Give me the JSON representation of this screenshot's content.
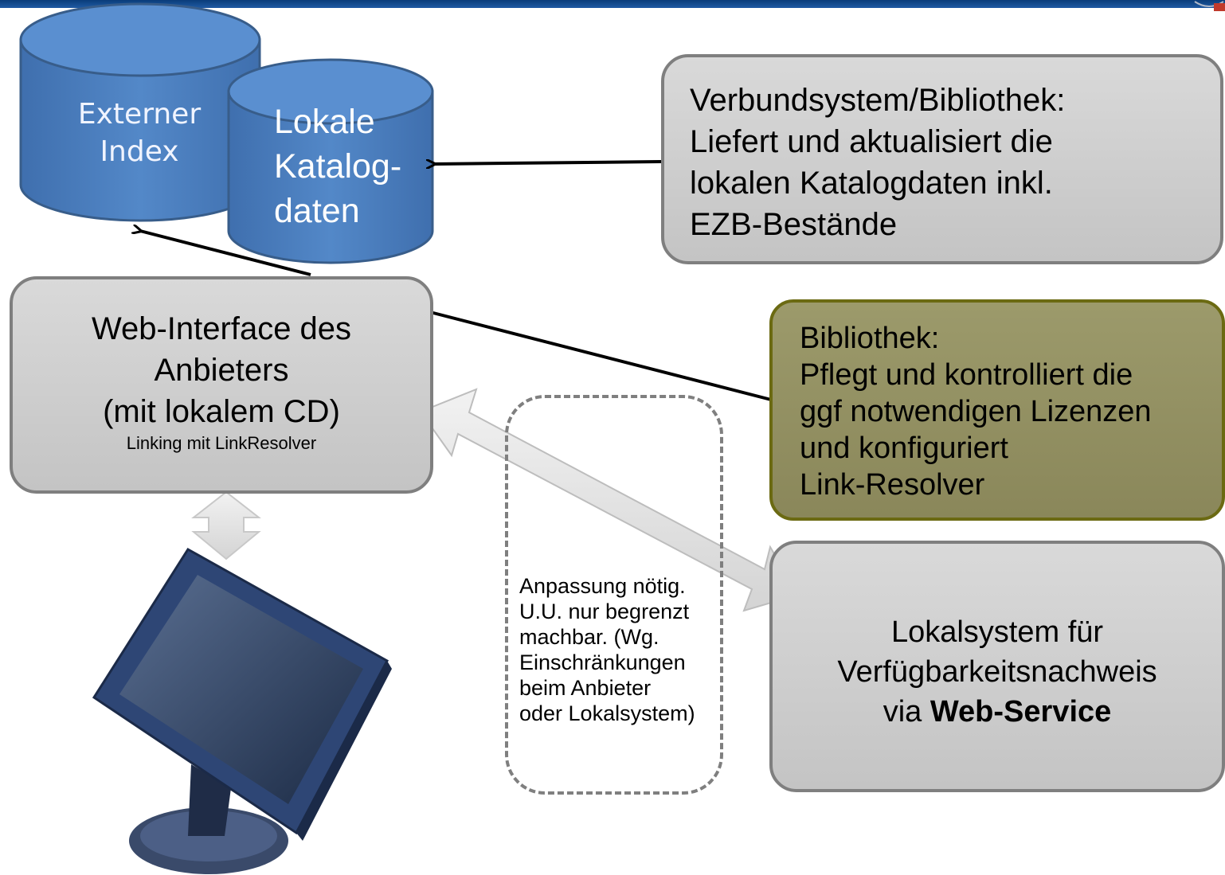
{
  "databases": {
    "external_index": "Externer\nIndex",
    "local_catalog": "Lokale\nKatalog-\ndaten"
  },
  "boxes": {
    "verbund": "Verbundsystem/Bibliothek:\nLiefert und aktualisiert die\nlokalen Katalogdaten inkl.\nEZB-Bestände",
    "bibliothek": "Bibliothek:\nPflegt und kontrolliert die\nggf notwendigen Lizenzen\nund konfiguriert\nLink-Resolver",
    "web_interface": "Web-Interface des\nAnbieters\n(mit lokalem CD)",
    "web_interface_sub": "Linking mit LinkResolver",
    "lokalsystem_prefix": "Lokalsystem für\nVerfügbarkeitsnachweis\nvia ",
    "lokalsystem_bold": "Web-Service"
  },
  "note": "Anpassung nötig.\nU.U. nur begrenzt\nmachbar. (Wg.\nEinschränkungen\nbeim Anbieter\noder Lokalsystem)",
  "colors": {
    "db_fill": "#4f81bd",
    "db_stroke": "#385d8a",
    "box_gray": "#d0d0d0",
    "box_olive": "#938f5e",
    "header_blue": "#1a4f93"
  },
  "icons": {
    "monitor": "computer-monitor-icon",
    "database": "cylinder-database-icon"
  }
}
